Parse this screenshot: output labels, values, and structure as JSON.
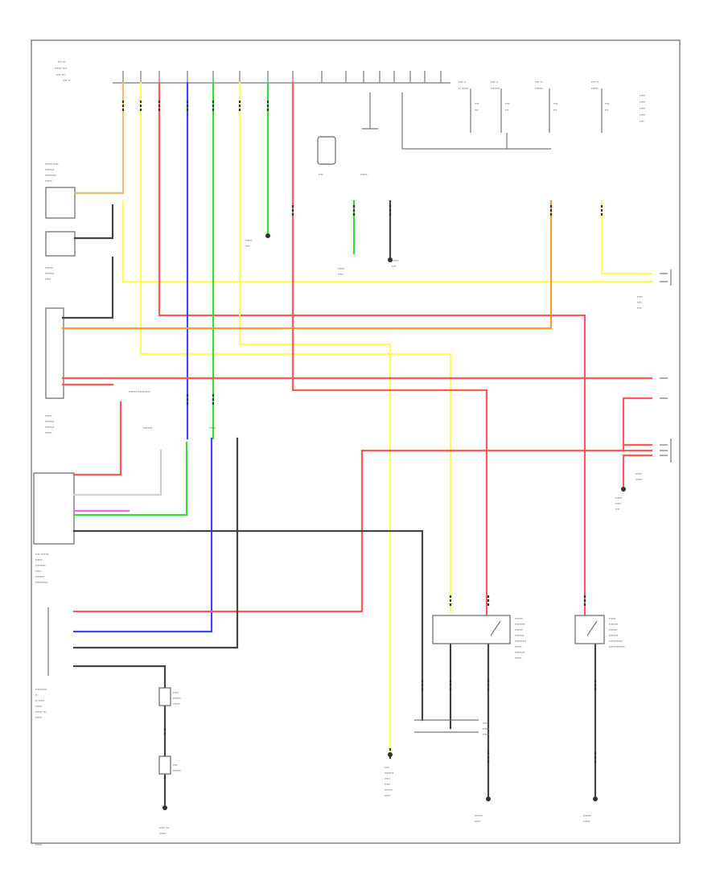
{
  "diagram": {
    "page_ref": "",
    "components": [
      {
        "id": "fuse-box",
        "label": ""
      },
      {
        "id": "map-light-left",
        "label": ""
      },
      {
        "id": "map-light-right",
        "label": ""
      },
      {
        "id": "body-control-module",
        "label": ""
      },
      {
        "id": "door-switch-driver",
        "label": ""
      },
      {
        "id": "door-switch-passenger",
        "label": ""
      },
      {
        "id": "courtesy-light",
        "label": ""
      },
      {
        "id": "trunk-light",
        "label": ""
      },
      {
        "id": "ignition-key-unit",
        "label": ""
      }
    ]
  }
}
